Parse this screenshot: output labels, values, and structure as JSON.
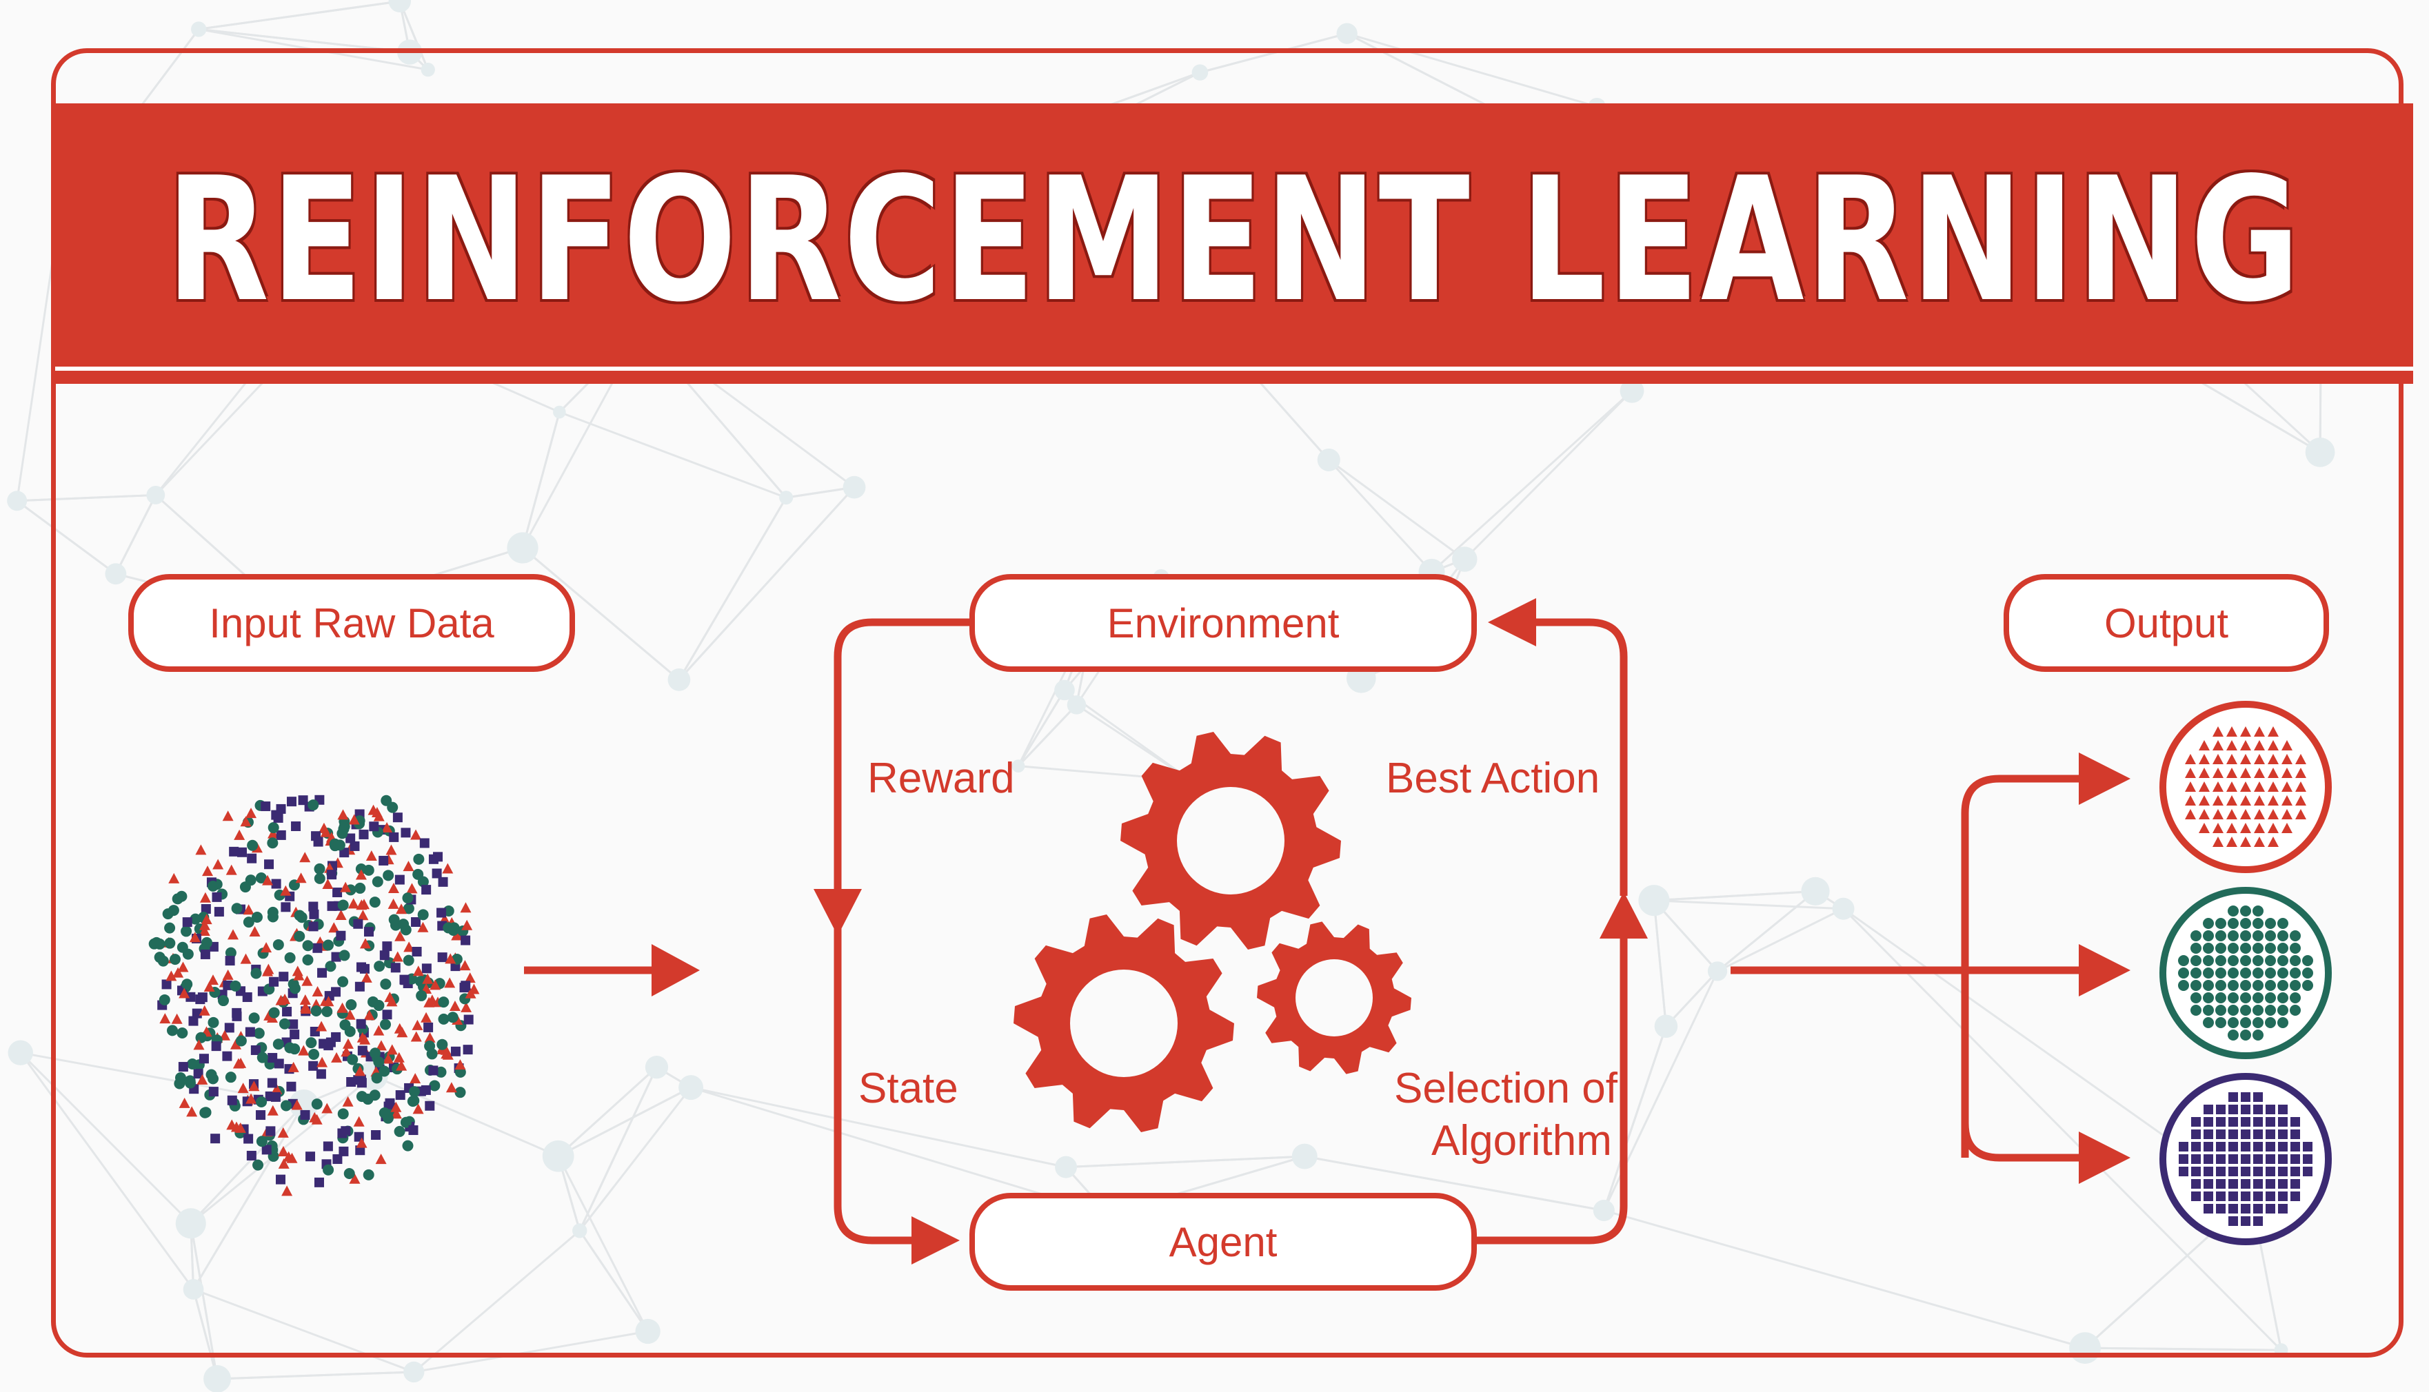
{
  "title": "REINFORCEMENT LEARNING",
  "input_label": "Input Raw Data",
  "environment_label": "Environment",
  "agent_label": "Agent",
  "output_label": "Output",
  "reward_label": "Reward",
  "state_label": "State",
  "best_action_label": "Best Action",
  "selection_label_line1": "Selection of",
  "selection_label_line2": "Algorithm",
  "colors": {
    "accent": "#d33a2c",
    "green": "#226b5a",
    "purple": "#3b2a72",
    "background": "#fafafa"
  },
  "icons": [
    "gear-icon",
    "scatter-data-icon",
    "triangle-grid-icon",
    "dot-grid-icon",
    "square-grid-icon"
  ]
}
